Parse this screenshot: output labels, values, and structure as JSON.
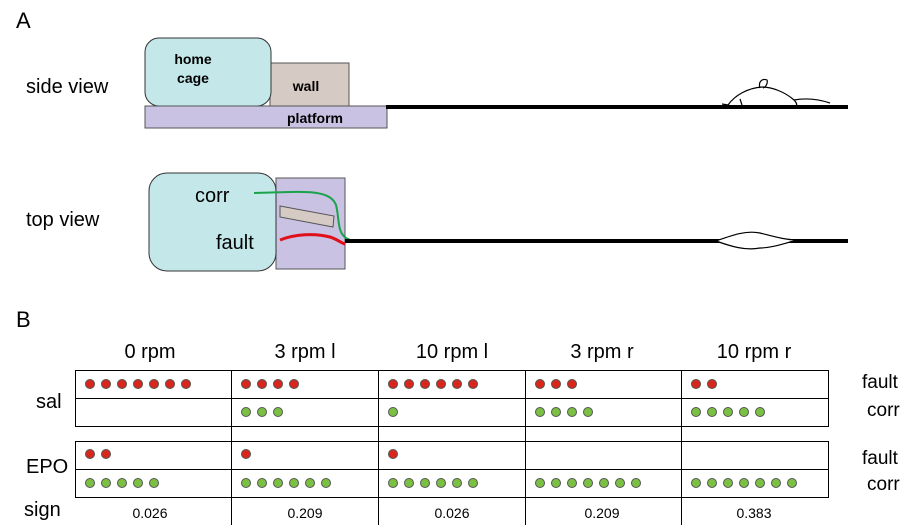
{
  "panelA": {
    "letter": "A",
    "side_view_label": "side view",
    "top_view_label": "top view",
    "home_cage_label": "home cage",
    "wall_label": "wall",
    "platform_label": "platform",
    "corr_label": "corr",
    "fault_label": "fault",
    "colors": {
      "home_cage": "#c4e8ea",
      "wall": "#d6cbc4",
      "platform": "#c9c2e3",
      "corr_path": "#1aa34a",
      "fault_path": "#e0101a"
    }
  },
  "panelB": {
    "letter": "B",
    "columns": [
      "0 rpm",
      "3 rpm l",
      "10 rpm l",
      "3 rpm r",
      "10 rpm r"
    ],
    "row_labels": {
      "sal": "sal",
      "epo": "EPO",
      "sign": "sign"
    },
    "side_labels": {
      "fault": "fault",
      "corr": "corr"
    },
    "counts": {
      "sal_fault": [
        7,
        4,
        6,
        3,
        2
      ],
      "sal_corr": [
        0,
        3,
        1,
        4,
        5
      ],
      "epo_fault": [
        2,
        1,
        1,
        0,
        0
      ],
      "epo_corr": [
        5,
        6,
        6,
        7,
        7
      ]
    },
    "sign_values": [
      "0.026",
      "0.209",
      "0.026",
      "0.209",
      "0.383"
    ],
    "colors": {
      "fault_dot": "#d9261c",
      "corr_dot": "#7ac143"
    }
  }
}
